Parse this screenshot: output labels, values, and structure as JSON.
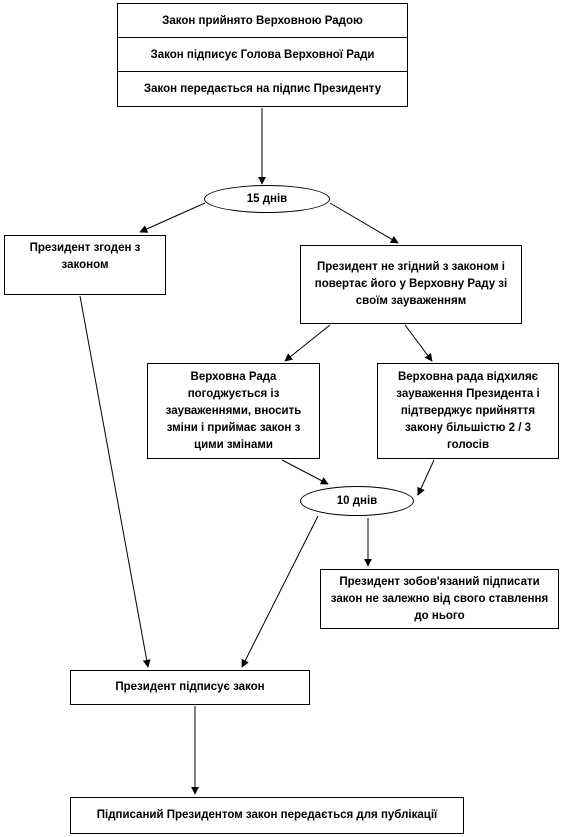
{
  "top_stack": [
    "Закон прийнято  Верховною Радою",
    "Закон підписує Голова Верховної Ради",
    "Закон передається  на підпис Президенту"
  ],
  "oval_15": "15 днів",
  "agree_box": "Президент  згоден з законом",
  "disagree_box": "Президент  не згідний з законом і повертає  його у Верховну Раду зі своїм зауваженням",
  "rada_agrees_box": "Верховна Рада погоджується із зауваженнями, вносить зміни і приймає закон з цими змінами",
  "rada_rejects_box": "Верховна рада відхиляє зауваження Президента  і підтверджує прийняття закону більшістю 2 / 3 голосів",
  "oval_10": "10 днів",
  "obliged_box": "Президент  зобов'язаний  підписати закон не залежно  від  свого ставлення  до нього",
  "signs_box": "Президент  підписує закон",
  "published_box": "Підписаний Президентом  закон передається  для публікації"
}
